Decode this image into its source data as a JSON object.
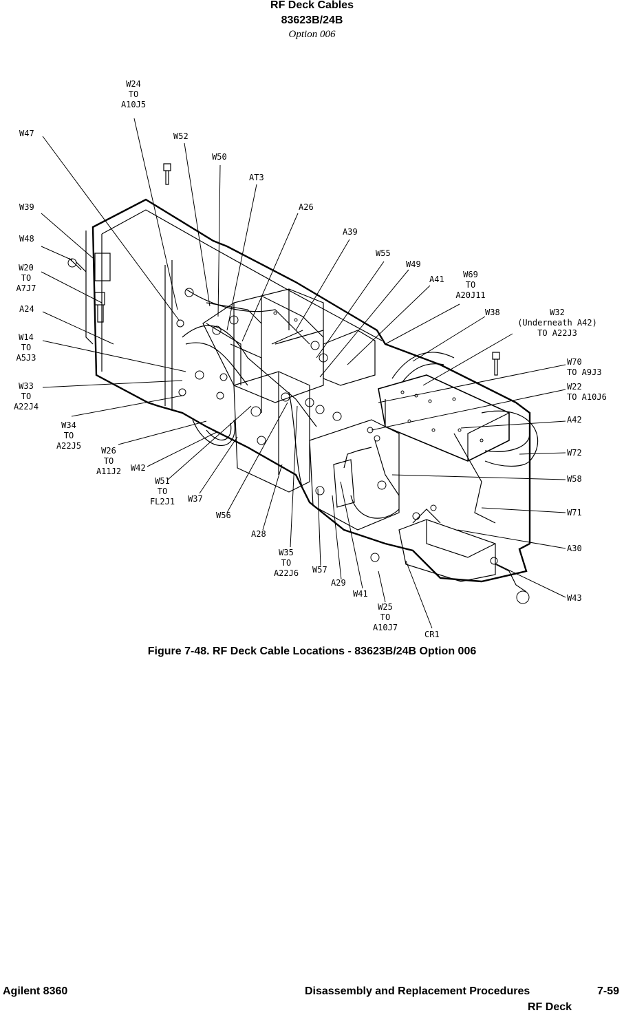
{
  "header": {
    "title": "RF Deck Cables",
    "model": "83623B/24B",
    "option": "Option 006"
  },
  "figure": {
    "caption": "Figure 7-48. RF Deck Cable Locations - 83623B/24B Option 006",
    "labels": [
      {
        "id": "w24",
        "lines": [
          "W24",
          "TO",
          "A10J5"
        ]
      },
      {
        "id": "w47",
        "lines": [
          "W47"
        ]
      },
      {
        "id": "w52",
        "lines": [
          "W52"
        ]
      },
      {
        "id": "w50",
        "lines": [
          "W50"
        ]
      },
      {
        "id": "at3",
        "lines": [
          "AT3"
        ]
      },
      {
        "id": "a26",
        "lines": [
          "A26"
        ]
      },
      {
        "id": "w39",
        "lines": [
          "W39"
        ]
      },
      {
        "id": "a39",
        "lines": [
          "A39"
        ]
      },
      {
        "id": "w48",
        "lines": [
          "W48"
        ]
      },
      {
        "id": "w55",
        "lines": [
          "W55"
        ]
      },
      {
        "id": "w49",
        "lines": [
          "W49"
        ]
      },
      {
        "id": "w20",
        "lines": [
          "W20",
          "TO",
          "A7J7"
        ]
      },
      {
        "id": "a41",
        "lines": [
          "A41"
        ]
      },
      {
        "id": "w69",
        "lines": [
          "W69",
          "TO",
          "A20J11"
        ]
      },
      {
        "id": "a24",
        "lines": [
          "A24"
        ]
      },
      {
        "id": "w38",
        "lines": [
          "W38"
        ]
      },
      {
        "id": "w32",
        "lines": [
          "W32",
          "(Underneath  A42)",
          "TO  A22J3"
        ]
      },
      {
        "id": "w14",
        "lines": [
          "W14",
          "TO",
          "A5J3"
        ]
      },
      {
        "id": "w70",
        "lines": [
          "W70",
          "TO  A9J3"
        ]
      },
      {
        "id": "w33",
        "lines": [
          "W33",
          "TO",
          "A22J4"
        ]
      },
      {
        "id": "w22",
        "lines": [
          "W22",
          "TO  A10J6"
        ]
      },
      {
        "id": "w34",
        "lines": [
          "W34",
          "TO",
          "A22J5"
        ]
      },
      {
        "id": "a42",
        "lines": [
          "A42"
        ]
      },
      {
        "id": "w26",
        "lines": [
          "W26",
          "TO",
          "A11J2"
        ]
      },
      {
        "id": "w72",
        "lines": [
          "W72"
        ]
      },
      {
        "id": "w42",
        "lines": [
          "W42"
        ]
      },
      {
        "id": "w51",
        "lines": [
          "W51",
          "TO",
          "FL2J1"
        ]
      },
      {
        "id": "w58",
        "lines": [
          "W58"
        ]
      },
      {
        "id": "w37",
        "lines": [
          "W37"
        ]
      },
      {
        "id": "w56",
        "lines": [
          "W56"
        ]
      },
      {
        "id": "w71",
        "lines": [
          "W71"
        ]
      },
      {
        "id": "a28",
        "lines": [
          "A28"
        ]
      },
      {
        "id": "a30",
        "lines": [
          "A30"
        ]
      },
      {
        "id": "w35",
        "lines": [
          "W35",
          "TO",
          "A22J6"
        ]
      },
      {
        "id": "w57",
        "lines": [
          "W57"
        ]
      },
      {
        "id": "a29",
        "lines": [
          "A29"
        ]
      },
      {
        "id": "w41",
        "lines": [
          "W41"
        ]
      },
      {
        "id": "w43",
        "lines": [
          "W43"
        ]
      },
      {
        "id": "w25",
        "lines": [
          "W25",
          "TO",
          "A10J7"
        ]
      },
      {
        "id": "cr1",
        "lines": [
          "CR1"
        ]
      }
    ]
  },
  "footer": {
    "left": "Agilent 8360",
    "right": "Disassembly and Replacement Procedures",
    "page": "7-59",
    "section": "RF Deck"
  }
}
